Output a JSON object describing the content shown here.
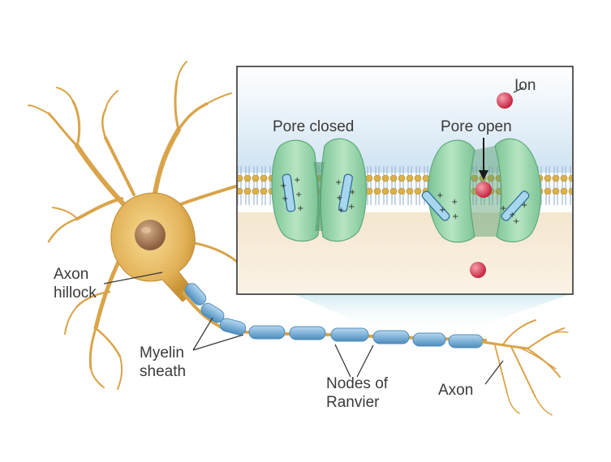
{
  "labels": {
    "axon_hillock": "Axon\nhillock",
    "myelin_sheath": "Myelin\nsheath",
    "nodes_of_ranvier": "Nodes of\nRanvier",
    "axon": "Axon",
    "ion": "Ion",
    "pore_closed": "Pore closed",
    "pore_open": "Pore open"
  },
  "colors": {
    "neuron": "#e3b35a",
    "neuron_dark": "#c99235",
    "nucleus": "#a8784f",
    "myelin": "#7fb3d9",
    "myelin_dark": "#4e8cbc",
    "channel": "#9fd7b0",
    "channel_dark": "#5fa97a",
    "lipid_head": "#d9b24a",
    "lipid_tail": "#9fb8d8",
    "ion": "#d9344a",
    "extracellular": "#cfe3f2",
    "intracellular": "#f4e6cf",
    "charge_segment": "#a9d6ef"
  }
}
